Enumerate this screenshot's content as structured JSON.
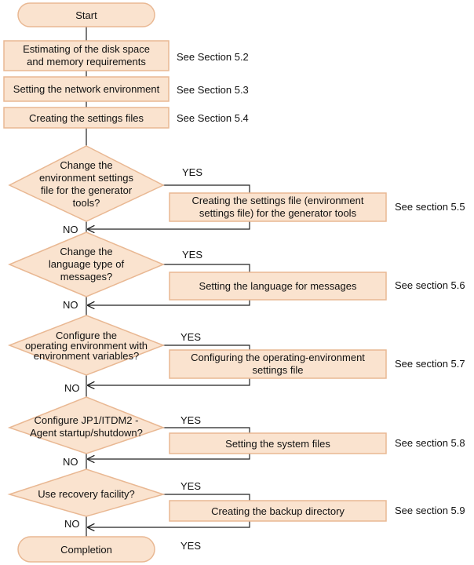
{
  "start": "Start",
  "steps": {
    "disk": [
      "Estimating of the disk space",
      "and memory requirements"
    ],
    "network": "Setting the network environment",
    "settings_files": "Creating the settings files"
  },
  "refs": {
    "s52": "See Section 5.2",
    "s53": "See Section 5.3",
    "s54": "See Section 5.4",
    "s55": "See section 5.5",
    "s56": "See section 5.6",
    "s57": "See section 5.7",
    "s58": "See section 5.8",
    "s59": "See section 5.9"
  },
  "decisions": {
    "d1": [
      "Change the",
      "environment settings",
      "file for the generator",
      "tools?"
    ],
    "d2": [
      "Change the",
      "language type of",
      "messages?"
    ],
    "d3": [
      "Configure the",
      "operating environment with",
      "environment variables?"
    ],
    "d4": [
      "Configure JP1/ITDM2 -",
      "Agent startup/shutdown?"
    ],
    "d5": [
      "Use recovery facility?"
    ]
  },
  "actions": {
    "a1": [
      "Creating the settings file (environment",
      "settings file) for the generator tools"
    ],
    "a2": "Setting the language for messages",
    "a3": [
      "Configuring the operating-environment",
      "settings file"
    ],
    "a4": "Setting the system files",
    "a5": "Creating the backup directory"
  },
  "yes": "YES",
  "no": "NO",
  "completion": "Completion"
}
